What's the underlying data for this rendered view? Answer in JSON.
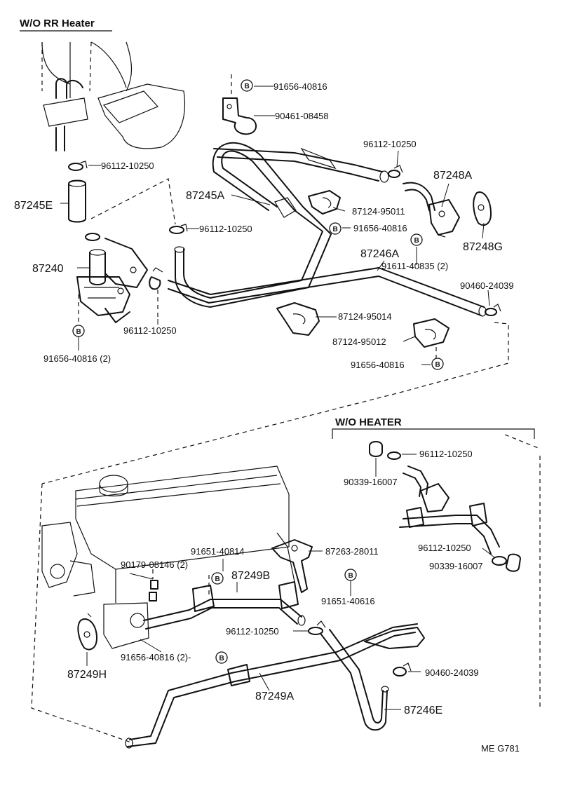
{
  "sections": {
    "wo_rr_heater": "W/O RR Heater",
    "wo_heater": "W/O HEATER"
  },
  "bolt_symbol": "B",
  "labels": {
    "p91656_40816_a": "91656-40816",
    "p90461_08458": "90461-08458",
    "p96112_10250_a": "96112-10250",
    "p96112_10250_b": "96112-10250",
    "p87245E": "87245E",
    "p87245A": "87245A",
    "p87248A": "87248A",
    "p87124_95011": "87124-95011",
    "p91656_40816_b": "91656-40816",
    "p96112_10250_c": "96112-10250",
    "p87248G": "87248G",
    "p87240": "87240",
    "p87246A": "87246A",
    "p91611_40835": "91611-40835 (2)",
    "p90460_24039_a": "90460-24039",
    "p87124_95014": "87124-95014",
    "p96112_10250_d": "96112-10250",
    "p87124_95012": "87124-95012",
    "p91656_40816_c": "91656-40816 (2)",
    "p91656_40816_d": "91656-40816",
    "p96112_10250_e": "96112-10250",
    "p90339_16007_a": "90339-16007",
    "p87263_28011": "87263-28011",
    "p91651_40814": "91651-40814",
    "p90179_08146": "90179-08146 (2)",
    "p87249B": "87249B",
    "p96112_10250_f": "96112-10250",
    "p90339_16007_b": "90339-16007",
    "p91651_40616": "91651-40616",
    "p96112_10250_g": "96112-10250",
    "p91656_40816_e": "91656-40816 (2)-",
    "p87249H": "87249H",
    "p90460_24039_b": "90460-24039",
    "p87249A": "87249A",
    "p87246E": "87246E"
  },
  "footer_code": "ME  G781"
}
